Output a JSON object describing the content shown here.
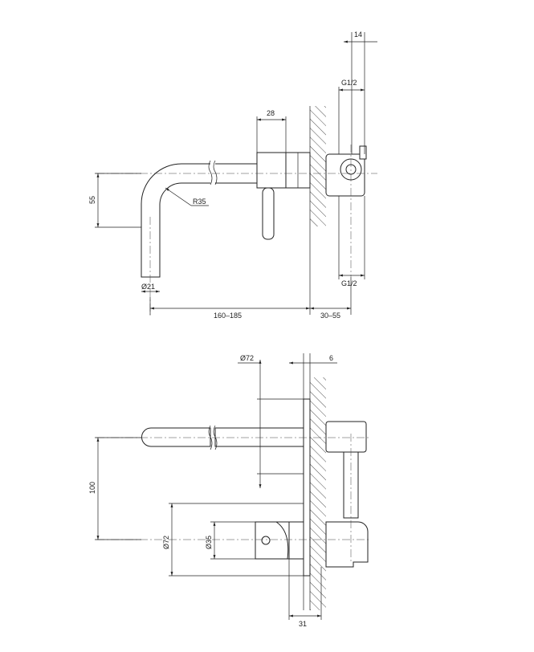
{
  "top_view": {
    "dims": {
      "d14": "14",
      "g12_top": "G1/2",
      "d28": "28",
      "d55": "55",
      "r35": "R35",
      "dia21": "Ø21",
      "g12_bottom": "G1/2",
      "d160_185": "160–185",
      "d30_55": "30–55"
    }
  },
  "bottom_view": {
    "dims": {
      "dia72_top": "Ø72",
      "d6": "6",
      "d100": "100",
      "dia72_side": "Ø72",
      "dia35": "Ø35",
      "d31": "31"
    }
  }
}
